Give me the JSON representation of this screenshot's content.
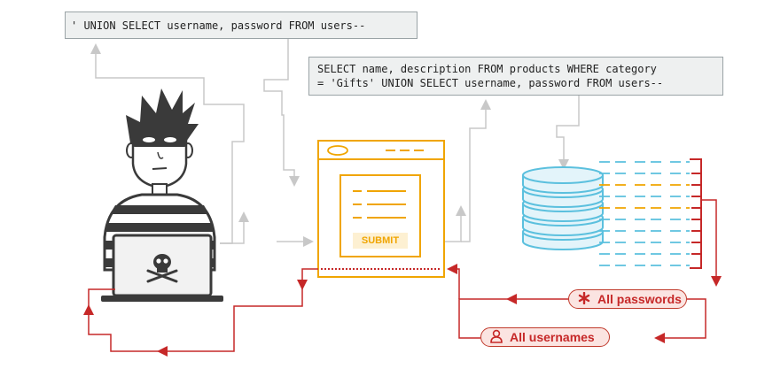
{
  "injection_payload": "' UNION SELECT username, password FROM users--",
  "resulting_query": {
    "line1": "SELECT name, description FROM products WHERE category",
    "line2": "= 'Gifts' UNION SELECT username, password FROM users--"
  },
  "form": {
    "submit_label": "SUBMIT"
  },
  "results": {
    "passwords_label": "All passwords",
    "usernames_label": "All usernames"
  },
  "icons": {
    "attacker": "masked-hacker-icon",
    "laptop": "laptop-skull-icon",
    "database": "database-icon",
    "password": "asterisk-icon",
    "user": "user-icon"
  },
  "colors": {
    "query_flow": "#c8c8c8",
    "response_flow": "#c62828",
    "form_accent": "#f0a500",
    "database": "#5bc0de",
    "dark": "#3a3a3a"
  }
}
